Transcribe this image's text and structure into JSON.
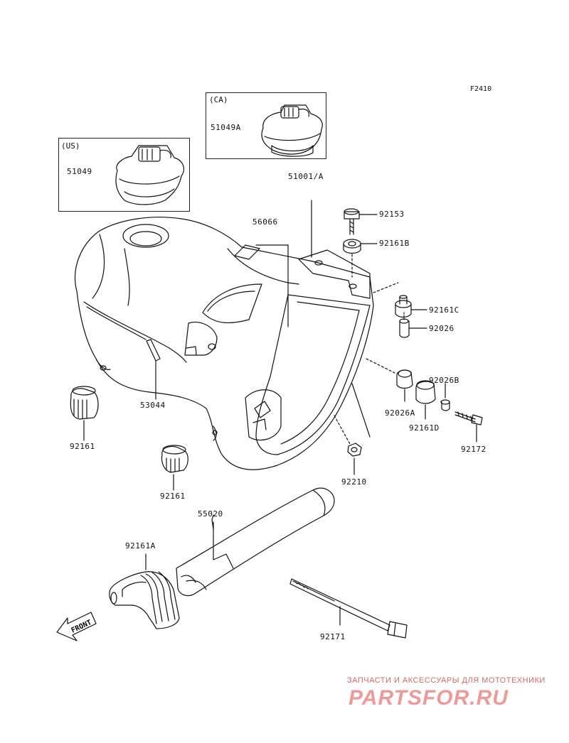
{
  "diagram": {
    "ref_code": "F2410",
    "front_label": "FRONT",
    "region_boxes": [
      {
        "title": "(CA)",
        "part": "51049A"
      },
      {
        "title": "(US)",
        "part": "51049"
      }
    ],
    "parts": {
      "p51001": "51001/A",
      "p56066": "56066",
      "p92153": "92153",
      "p92161B": "92161B",
      "p92161C": "92161C",
      "p92026": "92026",
      "p92026B": "92026B",
      "p92026A": "92026A",
      "p92161D": "92161D",
      "p92172": "92172",
      "p92210": "92210",
      "p53044": "53044",
      "p92161_left": "92161",
      "p92161_mid": "92161",
      "p55020": "55020",
      "p92161A": "92161A",
      "p92171": "92171"
    }
  },
  "watermark": {
    "caption": "ЗАПЧАСТИ И АКСЕССУАРЫ ДЛЯ МОТОТЕХНИКИ",
    "logo": "PARTSFOR.RU",
    "color": "#e98a8a"
  }
}
